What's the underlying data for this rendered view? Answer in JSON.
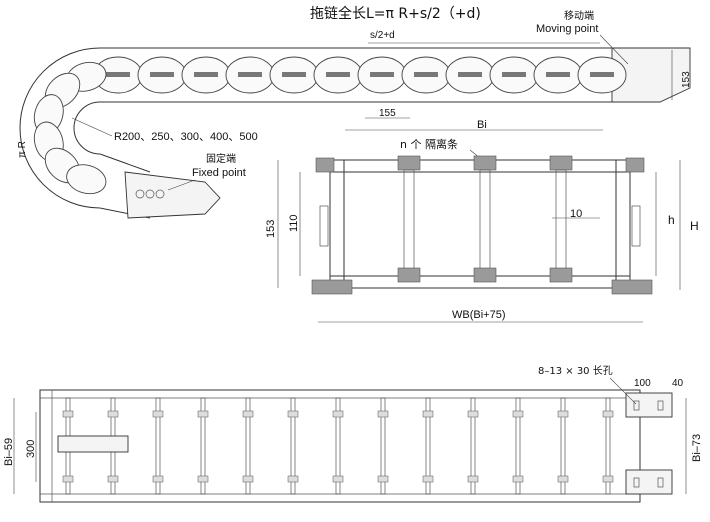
{
  "title": "拖链全长L=π R+s/2（+d)",
  "side_view": {
    "moving_point_cn": "移动端",
    "moving_point_en": "Moving  point",
    "s2d_label": "s/2+d",
    "height_label": "153",
    "pitch_label": "155",
    "pi_r_label": "π R",
    "radius_label": "R200、250、300、400、500",
    "fixed_point_cn": "固定端",
    "fixed_point_en": "Fixed  point"
  },
  "section_view": {
    "bi_label": "Bi",
    "separator_label": "n 个 隔离条",
    "dim_153": "153",
    "dim_110": "110",
    "dim_10": "10",
    "h_small": "h",
    "h_big": "H",
    "wb_label": "WB(Bi+75)"
  },
  "top_view": {
    "slot_label": "8–13 × 30 长孔",
    "dim_100": "100",
    "dim_40": "40",
    "bi59_label": "Bi–59",
    "dim_300": "300",
    "bi73_label": "Bi–73"
  }
}
